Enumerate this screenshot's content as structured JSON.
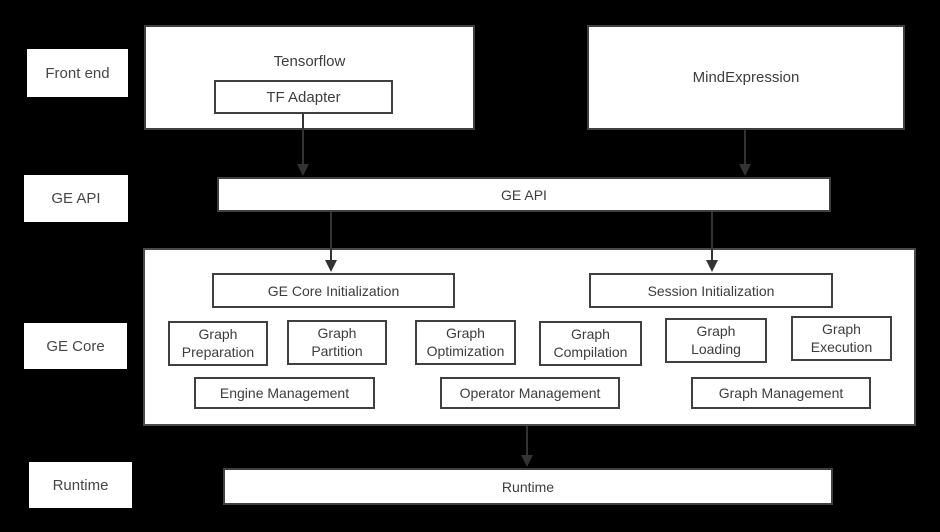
{
  "colors": {
    "background": "#000000",
    "box_fill": "#ffffff",
    "box_border": "#3f3f3f",
    "text": "#3d3d3d",
    "arrow": "#333333"
  },
  "side_labels": {
    "front_end": "Front end",
    "ge_api": "GE API",
    "ge_core": "GE Core",
    "runtime": "Runtime"
  },
  "front_end": {
    "tensorflow_label": "Tensorflow",
    "tf_adapter_label": "TF Adapter",
    "mindexpression_label": "MindExpression"
  },
  "ge_api": {
    "label": "GE API"
  },
  "ge_core": {
    "init": [
      "GE Core Initialization",
      "Session Initialization"
    ],
    "modules": [
      "Graph Preparation",
      "Graph Partition",
      "Graph Optimization",
      "Graph Compilation",
      "Graph Loading",
      "Graph Execution"
    ],
    "management": [
      "Engine Management",
      "Operator Management",
      "Graph Management"
    ]
  },
  "runtime": {
    "label": "Runtime"
  }
}
